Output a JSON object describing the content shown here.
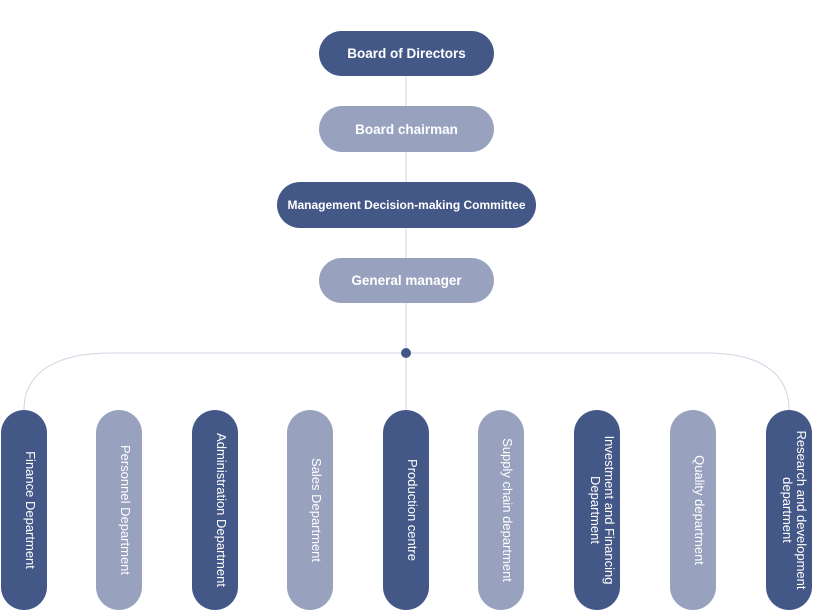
{
  "colors": {
    "dark_node": "#445888",
    "light_node": "#98a2bf",
    "connector": "#cfd4e0",
    "junction": "#445888"
  },
  "top_nodes": [
    {
      "label": "Board of Directors",
      "tone": "dark"
    },
    {
      "label": "Board chairman",
      "tone": "light"
    },
    {
      "label": "Management Decision-making Committee",
      "tone": "dark"
    },
    {
      "label": "General manager",
      "tone": "light"
    }
  ],
  "departments": [
    {
      "label": "Finance Department",
      "tone": "dark"
    },
    {
      "label": "Personnel Department",
      "tone": "light"
    },
    {
      "label": "Administration Department",
      "tone": "dark"
    },
    {
      "label": "Sales Department",
      "tone": "light"
    },
    {
      "label": "Production centre",
      "tone": "dark"
    },
    {
      "label": "Supply chain department",
      "tone": "light"
    },
    {
      "label": "Investment and Financing Department",
      "tone": "dark"
    },
    {
      "label": "Quality department",
      "tone": "light"
    },
    {
      "label": "Research and development department",
      "tone": "dark"
    }
  ]
}
